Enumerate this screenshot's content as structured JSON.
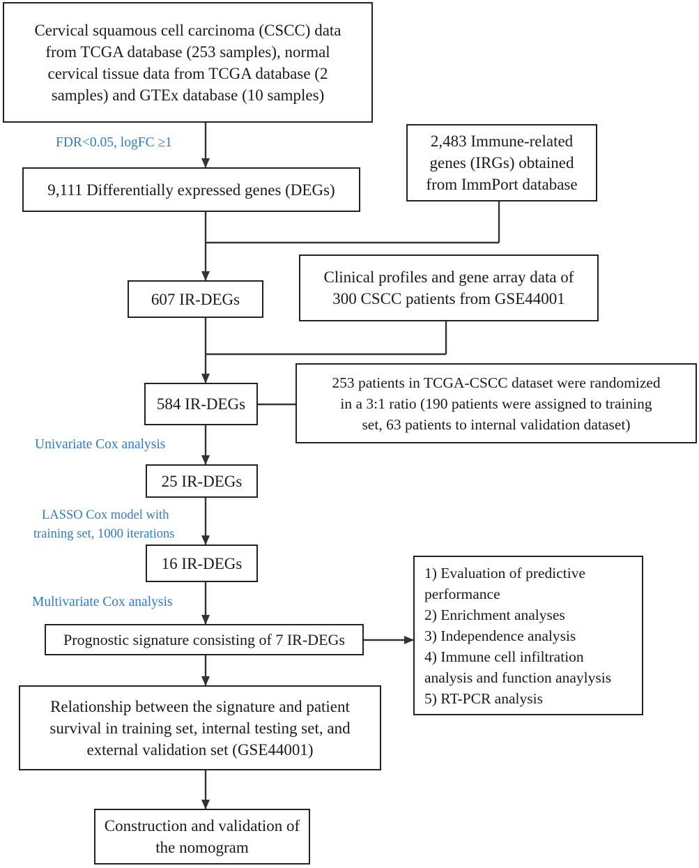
{
  "colors": {
    "box_border": "#222222",
    "text": "#1a1a1a",
    "edge_label": "#2e7cc4",
    "arrow": "#333333"
  },
  "boxes": {
    "cscc_data": [
      "Cervical squamous cell carcinoma (CSCC) data",
      "from TCGA database (253 samples), normal",
      "cervical tissue data from TCGA database (2",
      "samples) and GTEx database (10 samples)"
    ],
    "irgs": [
      "2,483 Immune-related",
      "genes (IRGs) obtained",
      "from ImmPort database"
    ],
    "degs": [
      "9,111 Differentially expressed genes (DEGs)"
    ],
    "clinical": [
      "Clinical profiles and gene array data of",
      "300 CSCC patients from GSE44001"
    ],
    "ir607": [
      "607 IR-DEGs"
    ],
    "randomized": [
      "253 patients in TCGA-CSCC dataset were randomized",
      "in a 3:1 ratio (190 patients were assigned to training",
      "set, 63 patients to internal validation dataset)"
    ],
    "ir584": [
      "584 IR-DEGs"
    ],
    "ir25": [
      "25 IR-DEGs"
    ],
    "ir16": [
      "16 IR-DEGs"
    ],
    "analyses": [
      "1) Evaluation of  predictive",
      "performance",
      "2) Enrichment analyses",
      "3) Independence analysis",
      "4) Immune cell infiltration",
      "analysis and function anaylysis",
      "5) RT-PCR analysis"
    ],
    "signature": [
      "Prognostic signature  consisting of 7 IR-DEGs"
    ],
    "relationship": [
      "Relationship between the signature and patient",
      "survival in training set, internal testing set, and",
      "external validation set (GSE44001)"
    ],
    "nomogram": [
      "Construction and validation of",
      "the nomogram"
    ]
  },
  "edge_labels": {
    "fdr": [
      "FDR<0.05, logFC  ≥1"
    ],
    "univariate": [
      "Univariate Cox analysis"
    ],
    "lasso": [
      "LASSO Cox model with",
      "training set, 1000 iterations"
    ],
    "multivariate": [
      "Multivariate Cox analysis"
    ]
  }
}
